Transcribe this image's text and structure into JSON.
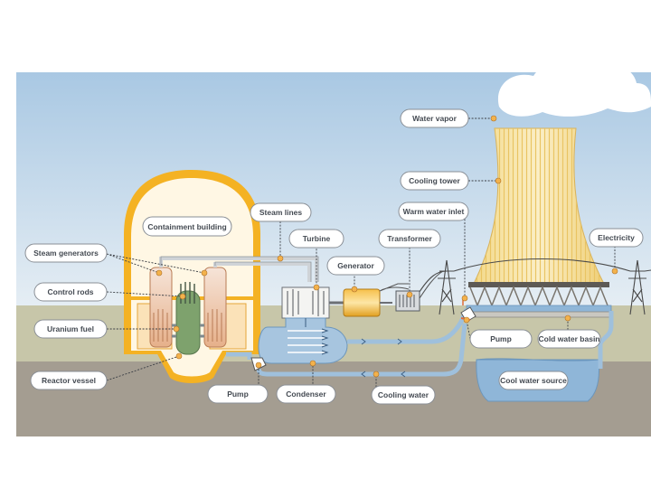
{
  "labels": {
    "water_vapor": "Water vapor",
    "cooling_tower": "Cooling tower",
    "warm_water_inlet": "Warm water inlet",
    "electricity": "Electricity",
    "containment_building": "Containment building",
    "steam_lines": "Steam lines",
    "turbine": "Turbine",
    "transformer": "Transformer",
    "generator": "Generator",
    "steam_generators": "Steam generators",
    "control_rods": "Control rods",
    "uranium_fuel": "Uranium fuel",
    "reactor_vessel": "Reactor vessel",
    "pump_left": "Pump",
    "condenser": "Condenser",
    "cooling_water": "Cooling water",
    "pump_right": "Pump",
    "cold_water_basin": "Cold water basin",
    "cool_water_source": "Cool water source"
  },
  "colors": {
    "sky": "#b9d2e6",
    "ground": "#a49d91",
    "grass": "#c7c6a9",
    "containment_yellow": "#f4b223",
    "tower_yellow": "#f7e3a1",
    "water_blue": "#9fc0dc",
    "callout_orange": "#f3b24c"
  }
}
